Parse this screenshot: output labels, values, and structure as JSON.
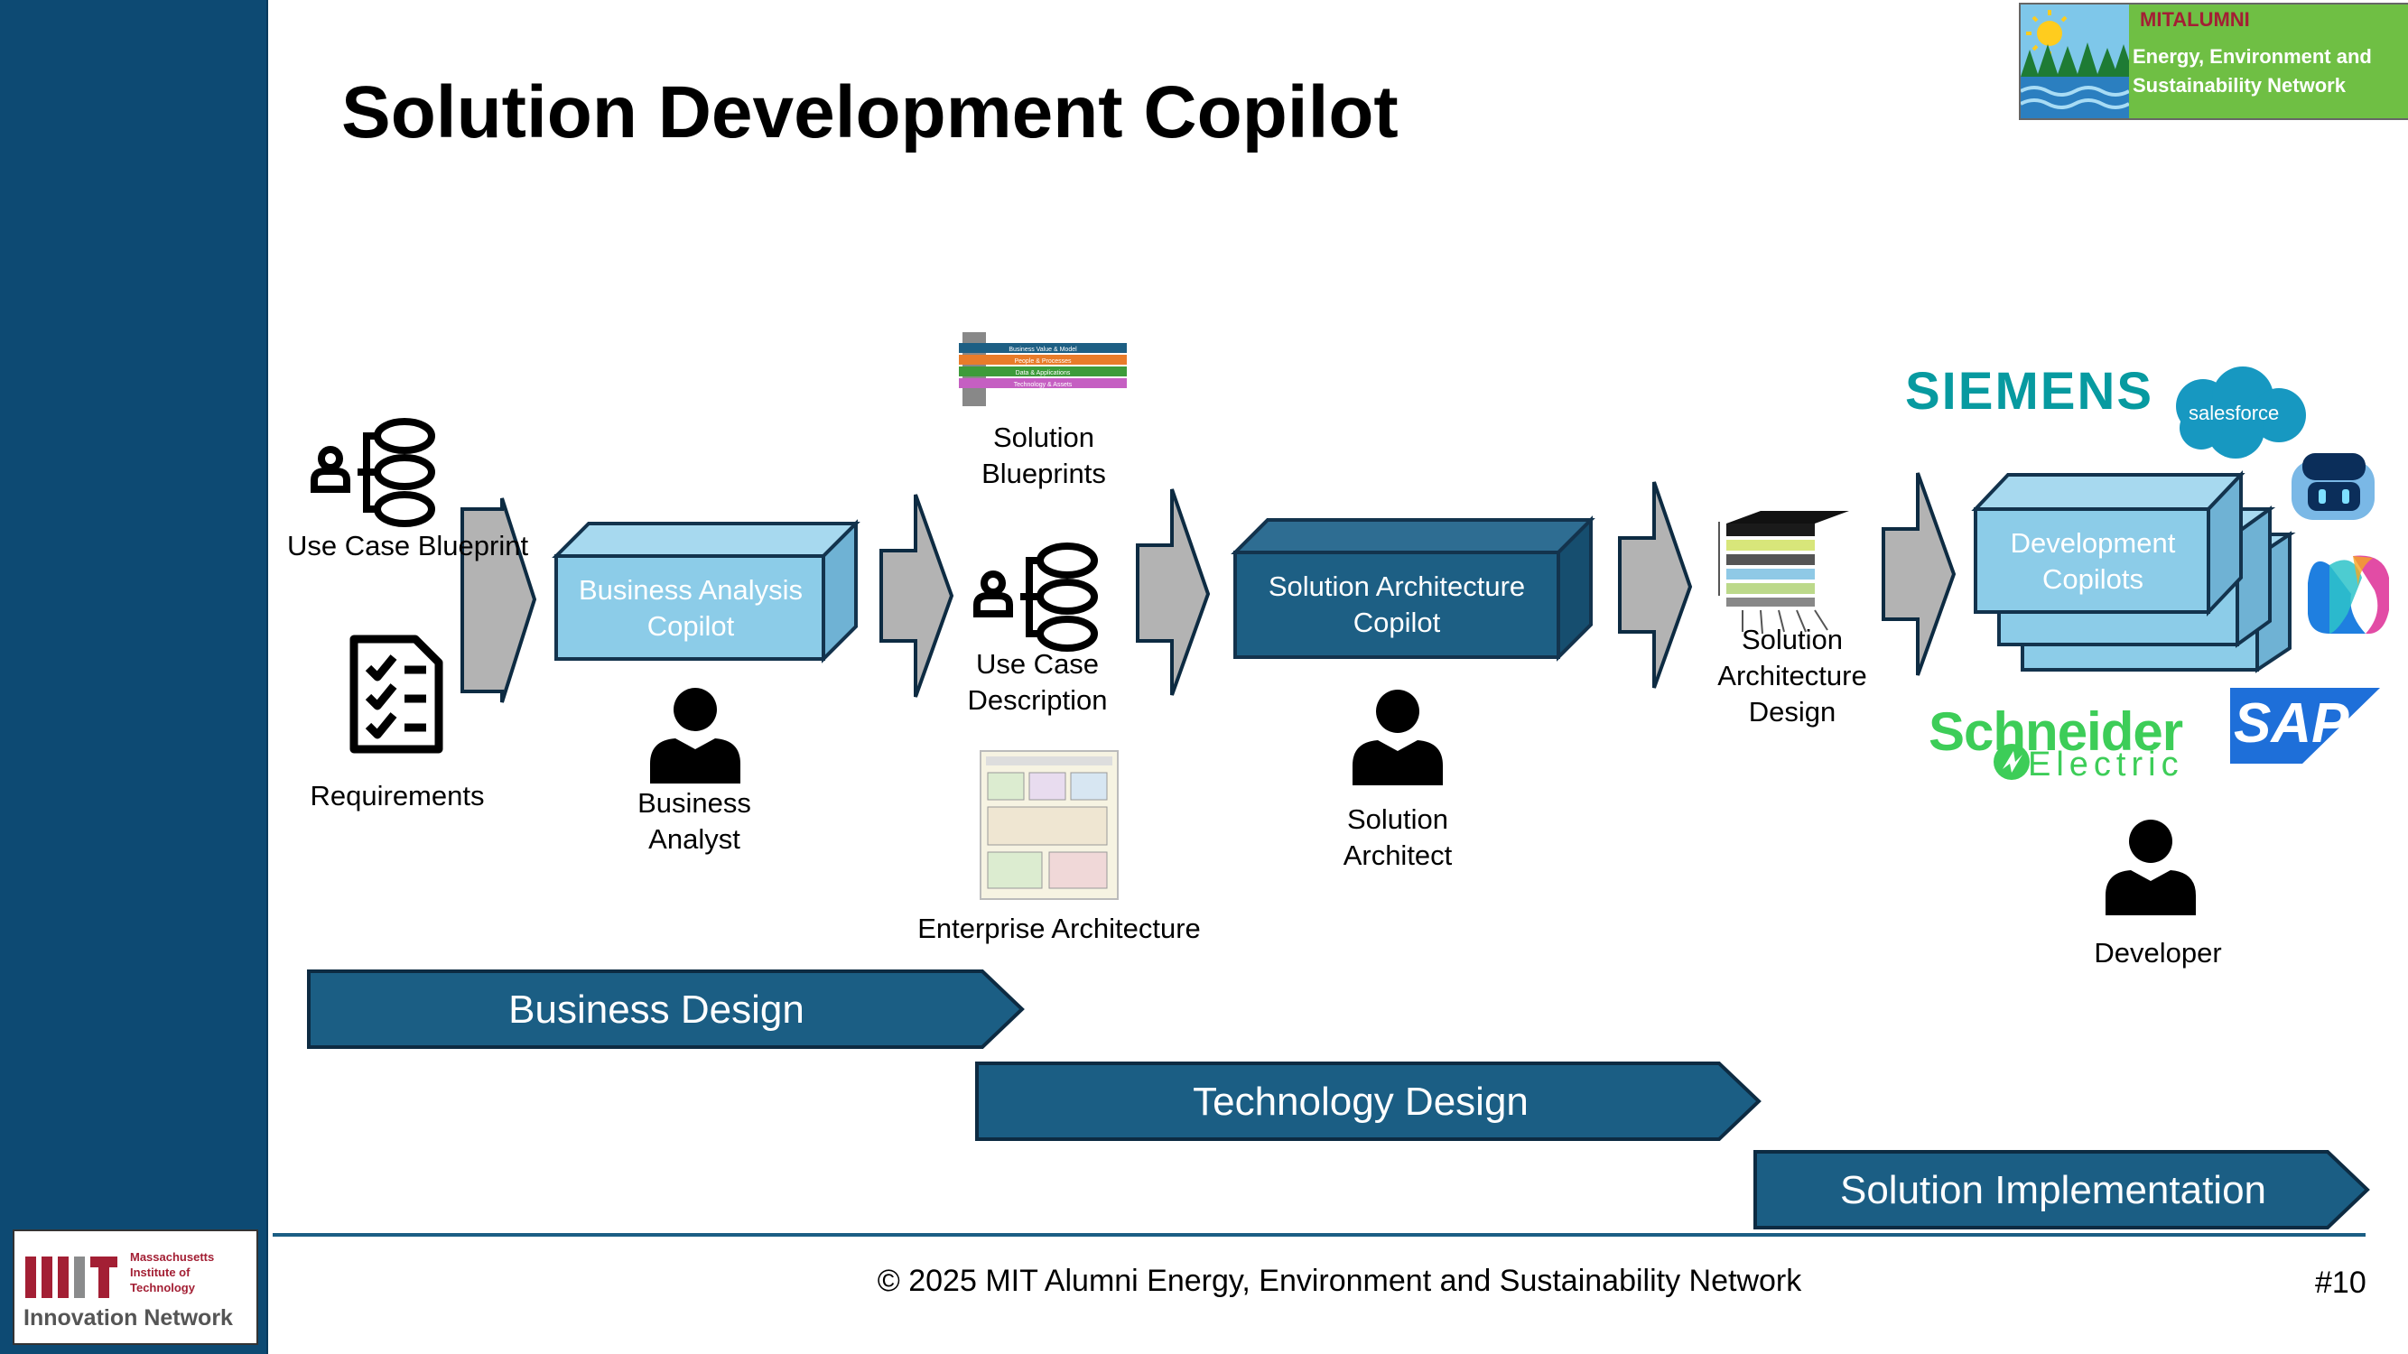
{
  "title": "Solution Development Copilot",
  "inputs": {
    "use_case_blueprint": "Use Case Blueprint",
    "requirements": "Requirements"
  },
  "business_analysis": {
    "copilot": "Business Analysis Copilot",
    "role": "Business Analyst"
  },
  "business_outputs": {
    "solution_blueprints": "Solution Blueprints",
    "use_case_description": "Use Case Description",
    "enterprise_architecture": "Enterprise Architecture",
    "blueprint_layers": [
      "Business Value & Model",
      "People & Processes",
      "Data & Applications",
      "Technology & Assets"
    ]
  },
  "solution_architecture": {
    "copilot": "Solution Architecture Copilot",
    "role": "Solution Architect",
    "output": "Solution Architecture Design"
  },
  "development": {
    "copilot": "Development Copilots",
    "role": "Developer",
    "vendors": {
      "siemens": "SIEMENS",
      "salesforce": "salesforce",
      "schneider_line1": "Schneider",
      "schneider_line2": "Electric",
      "sap": "SAP"
    }
  },
  "phases": [
    "Business Design",
    "Technology Design",
    "Solution Implementation"
  ],
  "header_logo": {
    "brand": "MITALUMNI",
    "line1": "Energy, Environment and",
    "line2": "Sustainability Network"
  },
  "mit_logo": {
    "line1": "Massachusetts",
    "line2": "Institute of",
    "line3": "Technology",
    "network": "Innovation Network"
  },
  "footer": "© 2025 MIT Alumni Energy, Environment and Sustainability Network",
  "page_number": "#10",
  "colors": {
    "sidebar": "#0d4a73",
    "dark_box": "#1d5f84",
    "light_box": "#8ccce8",
    "arrow_gray": "#b3b3b3",
    "band": "#1b5e84"
  }
}
